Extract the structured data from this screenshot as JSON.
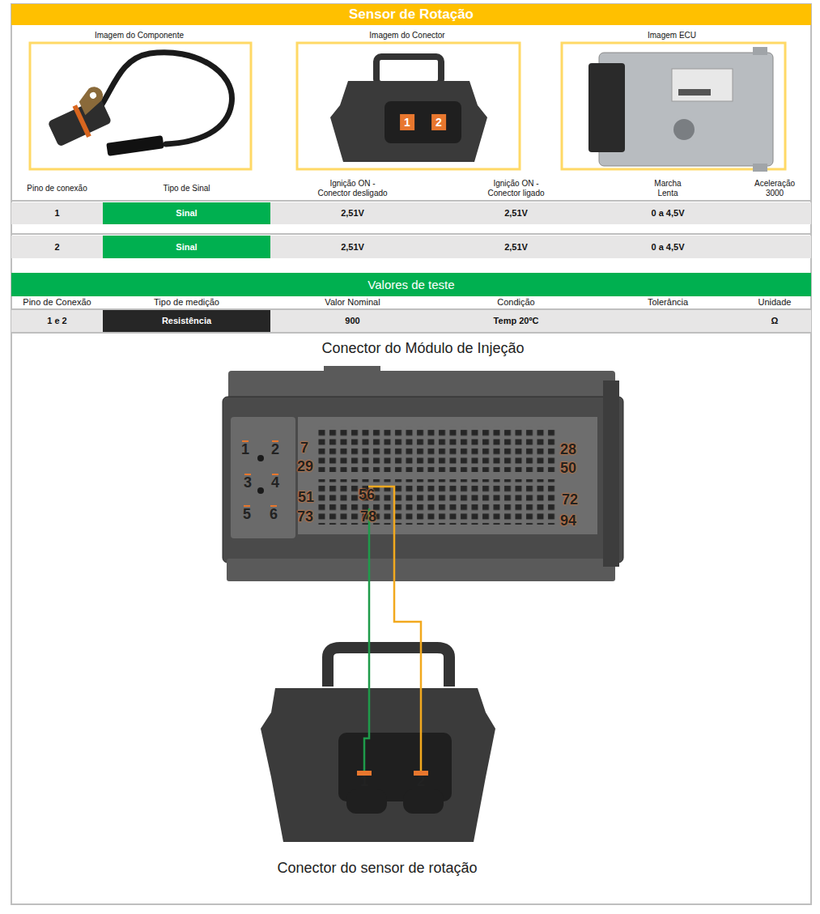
{
  "diagram": {
    "title": "Sensor de Rotação",
    "nodes": [
      {
        "text": [
          "1"
        ]
      },
      {
        "text": [
          "2"
        ]
      },
      {
        "text": [
          "Valores de teste"
        ]
      },
      {
        "text": [
          "Conector do Módulo de Injeção"
        ]
      },
      {
        "text": [
          "1"
        ],
        "in": 3
      },
      {
        "text": [
          "2"
        ],
        "in": 3
      },
      {
        "text": [
          "7"
        ],
        "in": 3
      },
      {
        "text": [
          "28"
        ],
        "in": 3
      },
      {
        "text": [
          "29"
        ],
        "in": 3
      },
      {
        "text": [
          "50"
        ],
        "in": 3
      },
      {
        "text": [
          "3"
        ],
        "in": 3
      },
      {
        "text": [
          "4"
        ],
        "in": 3
      },
      {
        "text": [
          "51"
        ],
        "in": 3
      },
      {
        "text": [
          "56"
        ],
        "in": 3
      },
      {
        "text": [
          "72"
        ],
        "in": 3
      },
      {
        "text": [
          "5"
        ],
        "in": 3
      },
      {
        "text": [
          "6"
        ],
        "in": 3
      },
      {
        "text": [
          "73"
        ],
        "in": 3
      },
      {
        "text": [
          "78"
        ],
        "in": 3
      },
      {
        "text": [
          "94"
        ],
        "in": 3
      },
      {
        "text": [
          "Conector do sensor de rotação"
        ]
      },
      {
        "text": [
          "1"
        ],
        "in": 20
      },
      {
        "text": [
          "2"
        ],
        "in": 20
      }
    ],
    "edges": [
      {
        "from": 18,
        "to": 21,
        "arrow": "none"
      },
      {
        "from": 13,
        "to": 22,
        "arrow": "none"
      }
    ],
    "labels": [
      "Imagem do Componente",
      "Imagem do Conector",
      "Imagem ECU",
      "Pino de conexão",
      "Tipo de Sinal",
      "Ignição ON - Conector desligado",
      "Ignição ON - Conector ligado",
      "Marcha Lenta",
      "Aceleração 3000",
      "1",
      "Sinal",
      "2,51V",
      "2,51V",
      "0 a 4,5V",
      "2",
      "Sinal",
      "2,51V",
      "2,51V",
      "0 a 4,5V",
      "Pino de Conexão",
      "Tipo de medição",
      "Valor Nominal",
      "Condição",
      "Tolerância",
      "Unidade",
      "1 e 2",
      "Resistência",
      "900",
      "Temp 20ºC",
      "Ω"
    ]
  }
}
